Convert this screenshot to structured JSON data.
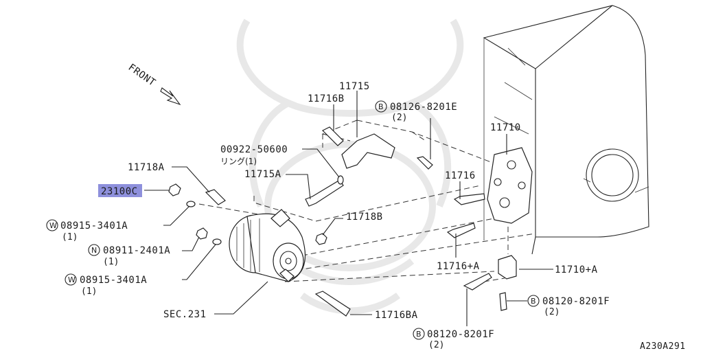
{
  "diagram": {
    "front_label": "FRONT",
    "highlight_color": "#8e90dc",
    "diagram_code": "A230A291",
    "callouts": [
      {
        "id": "p23100c",
        "part_no": "23100C",
        "highlighted": true
      },
      {
        "id": "p11718a",
        "part_no": "11718A"
      },
      {
        "id": "p08915a",
        "prefix": "W",
        "part_no": "08915-3401A",
        "qty": "(1)"
      },
      {
        "id": "p08911",
        "prefix": "N",
        "part_no": "08911-2401A",
        "qty": "(1)"
      },
      {
        "id": "p08915b",
        "prefix": "W",
        "part_no": "08915-3401A",
        "qty": "(1)"
      },
      {
        "id": "psec",
        "part_no": "SEC.231"
      },
      {
        "id": "p11716ba",
        "part_no": "11716BA"
      },
      {
        "id": "p08120b",
        "prefix": "B",
        "part_no": "08120-8201F",
        "qty": "(2)"
      },
      {
        "id": "p11716pa",
        "part_no": "11716+A"
      },
      {
        "id": "p11710pa",
        "part_no": "11710+A"
      },
      {
        "id": "p08120a",
        "prefix": "B",
        "part_no": "08120-8201F",
        "qty": "(2)"
      },
      {
        "id": "p11716",
        "part_no": "11716"
      },
      {
        "id": "p11710",
        "part_no": "11710"
      },
      {
        "id": "p08126",
        "prefix": "B",
        "part_no": "08126-8201E",
        "qty": "(2)"
      },
      {
        "id": "p11715",
        "part_no": "11715"
      },
      {
        "id": "p11716b",
        "part_no": "11716B"
      },
      {
        "id": "p00922",
        "part_no": "00922-50600",
        "sub": "リング(1)"
      },
      {
        "id": "p11715a",
        "part_no": "11715A"
      },
      {
        "id": "p11718b",
        "part_no": "11718B"
      }
    ]
  }
}
